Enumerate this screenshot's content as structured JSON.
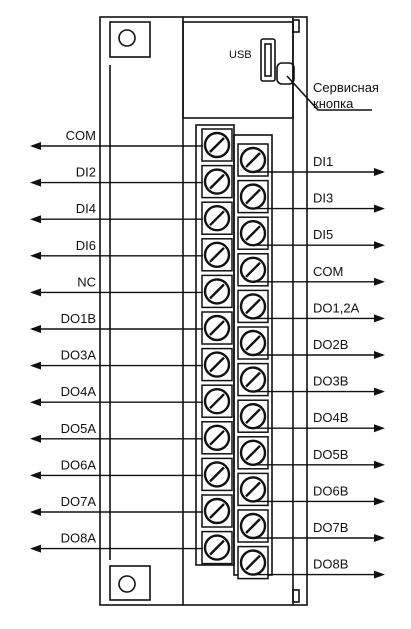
{
  "usb_label": "USB",
  "service_button_label": [
    "Сервисная",
    "кнопка"
  ],
  "left_terminals": [
    "COM",
    "DI2",
    "DI4",
    "DI6",
    "NC",
    "DO1B",
    "DO3A",
    "DO4A",
    "DO5A",
    "DO6A",
    "DO7A",
    "DO8A"
  ],
  "right_terminals": [
    "DI1",
    "DI3",
    "DI5",
    "COM",
    "DO1,2A",
    "DO2B",
    "DO3B",
    "DO4B",
    "DO5B",
    "DO6B",
    "DO7B",
    "DO8B"
  ],
  "colors": {
    "line": "#111111",
    "background": "#ffffff"
  }
}
